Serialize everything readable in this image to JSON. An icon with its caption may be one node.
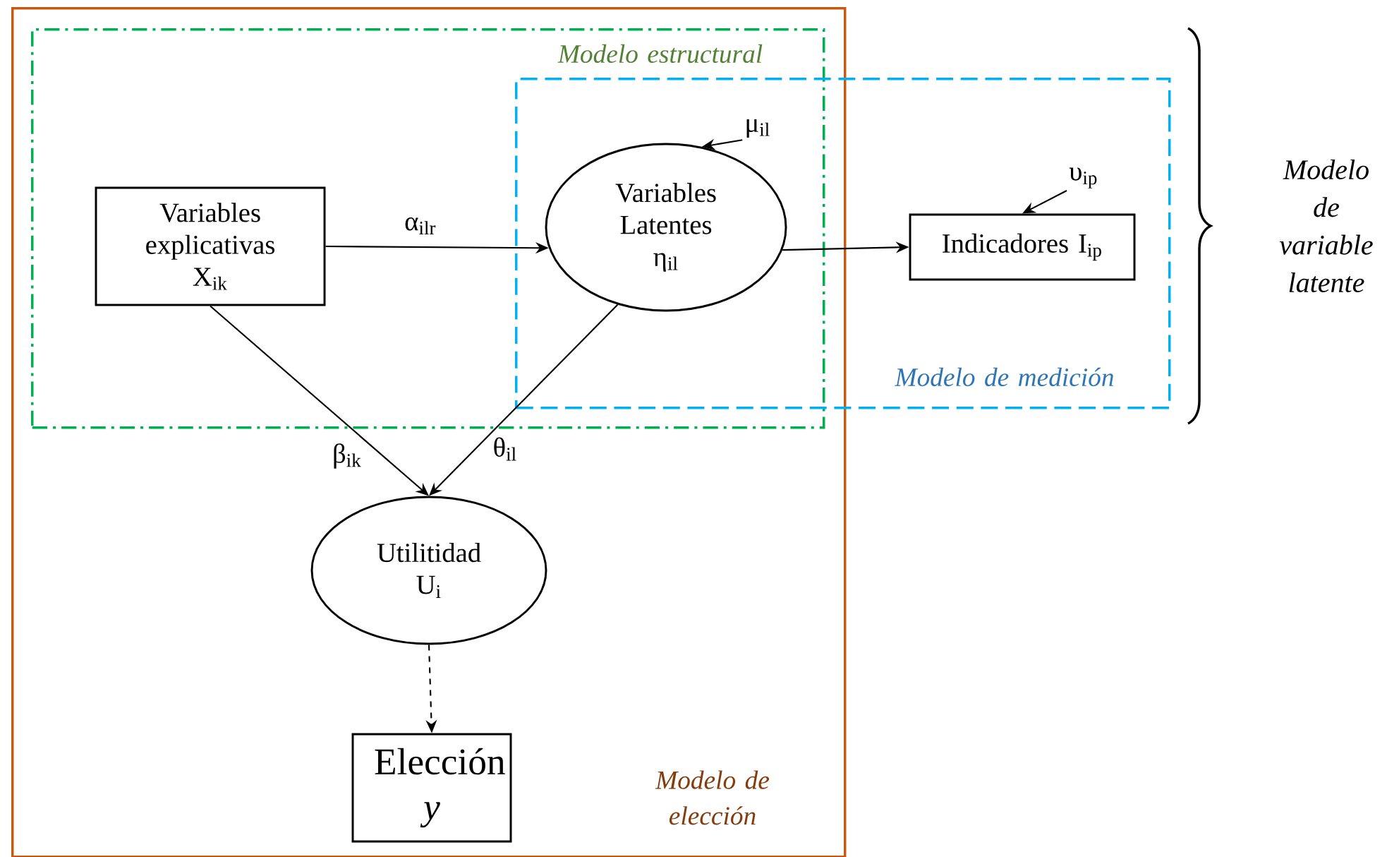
{
  "diagram": {
    "nodes": [
      {
        "text": [
          "Modelo de elección"
        ]
      },
      {
        "text": [
          "Modelo estructural"
        ],
        "in": 0
      },
      {
        "text": [
          "Modelo de medición"
        ]
      },
      {
        "text": [
          "Variables explicativas",
          "X$_{ik}$"
        ],
        "in": 1
      },
      {
        "text": [
          "Variables Latentes",
          "η$_{il}$"
        ]
      },
      {
        "text": [
          "Indicadores I$_{ip}$"
        ],
        "in": 2
      },
      {
        "text": [
          "Utilitidad",
          "U$_{i}$"
        ],
        "in": 0
      },
      {
        "text": [
          "Elección",
          "*y*"
        ],
        "in": 0
      },
      {
        "text": [
          "μ$_{il}$"
        ]
      },
      {
        "text": [
          "υ$_{ip}$"
        ],
        "in": 2
      }
    ],
    "edges": [
      {
        "from": 3,
        "to": 4,
        "arrow": "to",
        "label": "α$_{ilr}$"
      },
      {
        "from": 4,
        "to": 5,
        "arrow": "to"
      },
      {
        "from": 3,
        "to": 6,
        "arrow": "to",
        "label": "β$_{ik}$"
      },
      {
        "from": 4,
        "to": 6,
        "arrow": "to",
        "label": "θ$_{il}$"
      },
      {
        "from": 6,
        "to": 7,
        "arrow": "to",
        "style": "dashed"
      },
      {
        "from": 8,
        "to": 4,
        "arrow": "to"
      },
      {
        "from": 9,
        "to": 5,
        "arrow": "to"
      }
    ],
    "labels": [
      "Modelo de variable latente"
    ]
  }
}
